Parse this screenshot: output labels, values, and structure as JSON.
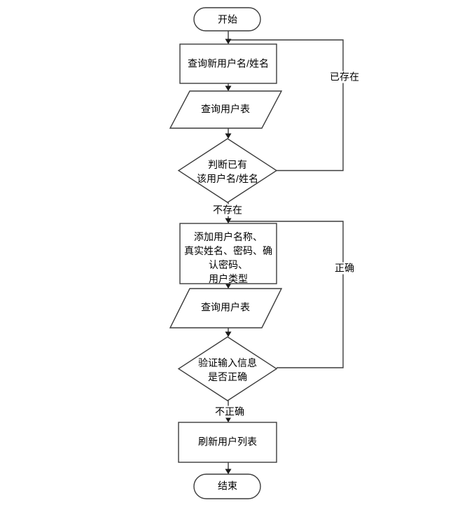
{
  "flow": {
    "nodes": {
      "start": {
        "label": "开始"
      },
      "query_new_user": {
        "label": "查询新用户名/姓名"
      },
      "query_user_table_1": {
        "label": "查询用户表"
      },
      "check_existing": {
        "lines": [
          "判断已有",
          "该用户名/姓名"
        ]
      },
      "add_user_info": {
        "lines": [
          "添加用户名称、",
          "真实姓名、密码、确",
          "认密码、",
          "用户类型"
        ]
      },
      "query_user_table_2": {
        "label": "查询用户表"
      },
      "validate_input": {
        "lines": [
          "验证输入信息",
          "是否正确"
        ]
      },
      "refresh_user_list": {
        "label": "刷新用户列表"
      },
      "end": {
        "label": "结束"
      }
    },
    "edge_labels": {
      "exists": "已存在",
      "not_exists": "不存在",
      "correct": "正确",
      "incorrect": "不正确"
    },
    "colors": {
      "line": "#3c3c3c",
      "text": "#000000",
      "background": "#ffffff"
    }
  }
}
